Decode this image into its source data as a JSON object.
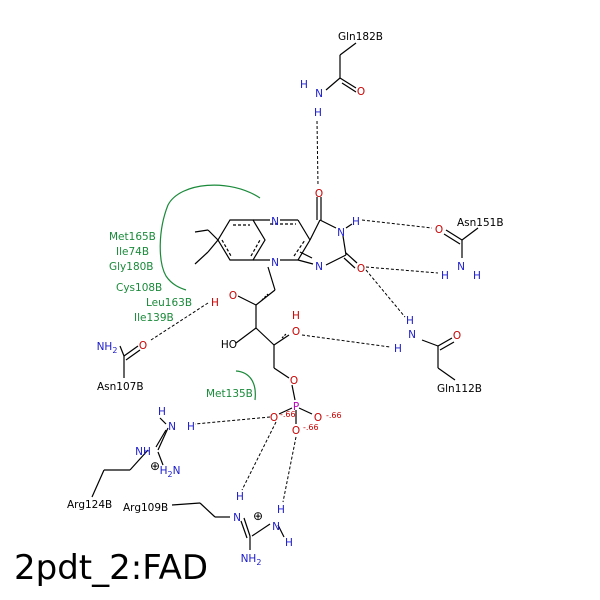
{
  "title": "2pdt_2:FAD",
  "colors": {
    "bond": "#000000",
    "nitrogen": "#1a1acc",
    "oxygen": "#cc0000",
    "phosphorus": "#bb00bb",
    "hydrophobic": "#1a8a3a",
    "hbond": "#000000"
  },
  "residues": {
    "gln182b": "Gln182B",
    "asn151b": "Asn151B",
    "gln112b": "Gln112B",
    "asn107b": "Asn107B",
    "arg124b": "Arg124B",
    "arg109b": "Arg109B"
  },
  "hydrophobic_labels": [
    "Met165B",
    "Ile74B",
    "Gly180B",
    "Cys108B",
    "Leu163B",
    "Ile139B",
    "Met135B"
  ],
  "atoms": {
    "O": "O",
    "N": "N",
    "H": "H",
    "HO": "HO",
    "NH": "NH",
    "NH2": "NH",
    "sub2": "2",
    "P": "P"
  },
  "charges": {
    "o1": "-.66",
    "o2": "-.66",
    "o3": "-.66"
  },
  "plus_sign": "⊕"
}
